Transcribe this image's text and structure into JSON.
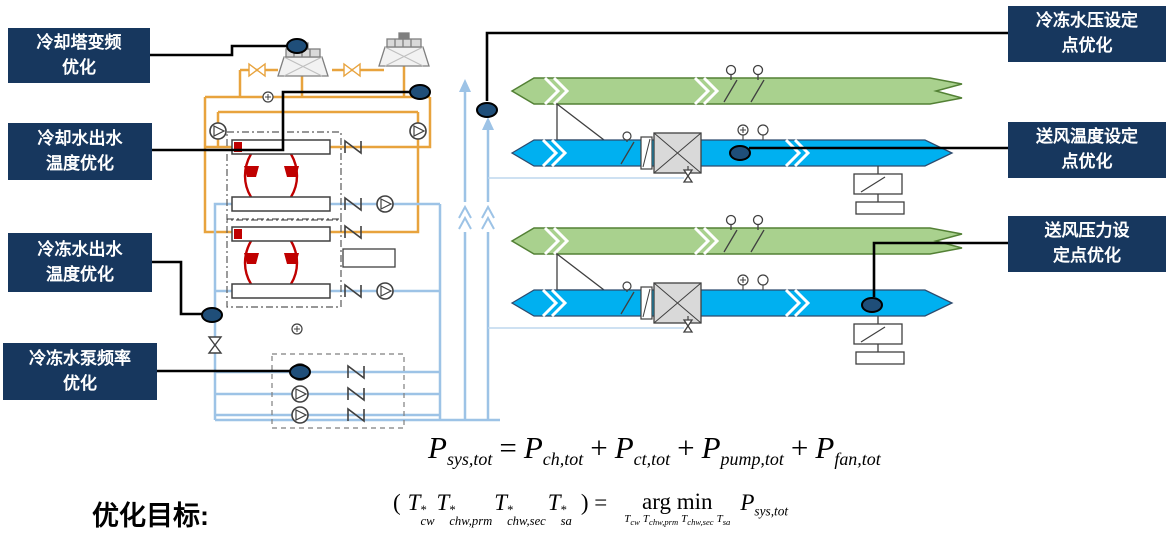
{
  "callouts": [
    {
      "id": "cooling-tower-vfd",
      "text": "冷却塔变频\n优化"
    },
    {
      "id": "cooling-water-outlet-temp",
      "text": "冷却水出水\n温度优化"
    },
    {
      "id": "chilled-water-outlet-temp",
      "text": "冷冻水出水\n温度优化"
    },
    {
      "id": "chilled-water-pump-frequency",
      "text": "冷冻水泵频率\n优化"
    },
    {
      "id": "chilled-water-pressure-setpoint",
      "text": "冷冻水压设定\n点优化"
    },
    {
      "id": "supply-air-temp-setpoint",
      "text": "送风温度设定\n点优化"
    },
    {
      "id": "supply-air-pressure-setpoint",
      "text": "送风压力设\n定点优化"
    }
  ],
  "objective": {
    "label": "优化目标:"
  },
  "eq1": {
    "lhs": {
      "base": "P",
      "sub": "sys,tot"
    },
    "equals": "=",
    "plus": "+",
    "terms": [
      {
        "base": "P",
        "sub": "ch,tot"
      },
      {
        "base": "P",
        "sub": "ct,tot"
      },
      {
        "base": "P",
        "sub": "pump,tot"
      },
      {
        "base": "P",
        "sub": "fan,tot"
      }
    ]
  },
  "eq2": {
    "open": "(",
    "vars": [
      {
        "base": "T",
        "sup": "*",
        "sub": "cw"
      },
      {
        "base": "T",
        "sup": "*",
        "sub": "chw,prm"
      },
      {
        "base": "T",
        "sup": "*",
        "sub": "chw,sec"
      },
      {
        "base": "T",
        "sup": "*",
        "sub": "sa"
      }
    ],
    "close_equals": ") =",
    "argmin": "arg min",
    "argmin_under": [
      {
        "base": "T",
        "sub": "cw"
      },
      {
        "base": "T",
        "sub": "chw,prm"
      },
      {
        "base": "T",
        "sub": "chw,sec"
      },
      {
        "base": "T",
        "sub": "sa"
      }
    ],
    "rhs": {
      "base": "P",
      "sub": "sys,tot"
    }
  },
  "colors": {
    "callout_background": "#17375E",
    "marker_fill": "#1F4E79",
    "condenser_water_pipe": "#E8A33D",
    "chilled_water_pipe": "#9DC3E6",
    "refrigerant": "#C00000",
    "return_duct": "#A9D18E",
    "supply_duct": "#00B0F0"
  },
  "components": [
    "cooling-tower",
    "chiller",
    "condenser-water-pump",
    "chilled-water-pump",
    "check-valve",
    "expansion-tank",
    "riser",
    "ahu-fan",
    "filter",
    "damper",
    "coil-valve",
    "vav-box",
    "diffuser",
    "sensor"
  ]
}
